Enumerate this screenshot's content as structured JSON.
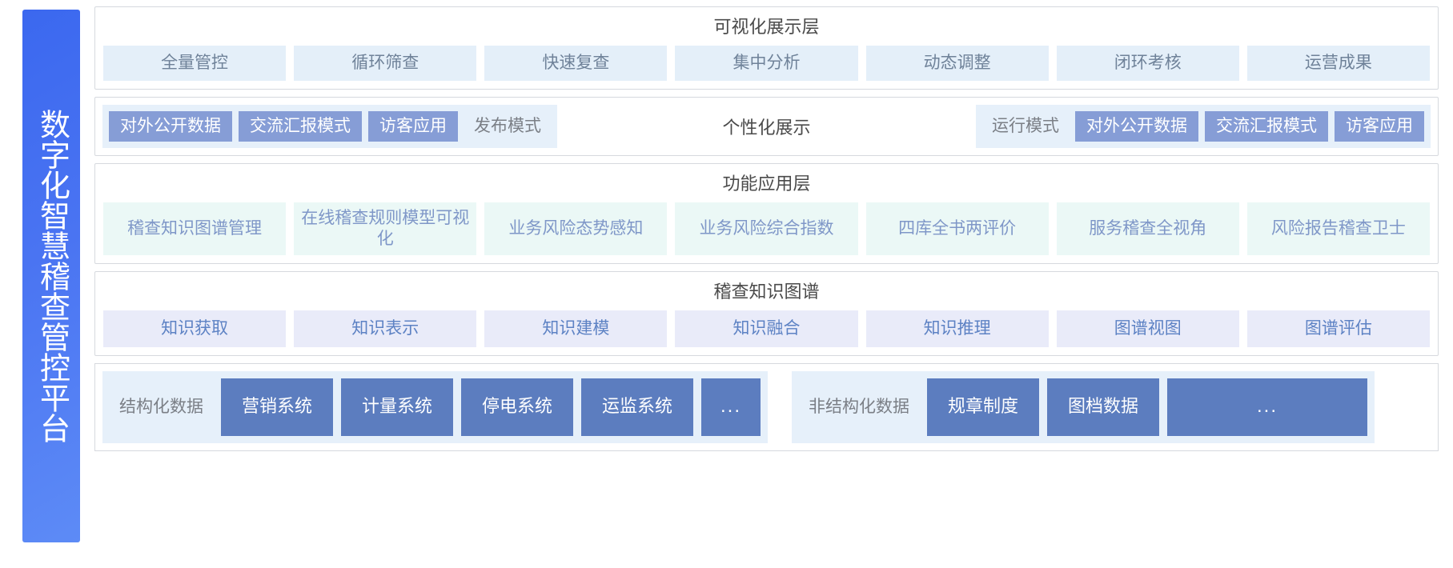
{
  "sidebar": {
    "title": "数字化智慧稽查管控平台"
  },
  "colors": {
    "sidebar_gradient_start": "#3b68ef",
    "sidebar_gradient_end": "#5d8bf6",
    "layer_border": "#d6d9de",
    "vis_box_bg": "#e4eff9",
    "vis_box_text": "#6f8299",
    "pd_panel_bg": "#e6f0fa",
    "pd_box_bg": "#869dd6",
    "fn_box_bg": "#ebf8f6",
    "fn_box_text": "#7f97c8",
    "kg_box_bg": "#e9ebf9",
    "kg_box_text": "#5d82c4",
    "data_box_bg": "#5c7dbf",
    "title_text": "#4a4a4a"
  },
  "layers": {
    "visualization": {
      "title": "可视化展示层",
      "items": [
        "全量管控",
        "循环筛查",
        "快速复查",
        "集中分析",
        "动态调整",
        "闭环考核",
        "运营成果"
      ]
    },
    "personalized_display": {
      "title": "个性化展示",
      "left_group": [
        {
          "label": "对外公开数据",
          "style": "filled"
        },
        {
          "label": "交流汇报模式",
          "style": "filled"
        },
        {
          "label": "访客应用",
          "style": "filled"
        },
        {
          "label": "发布模式",
          "style": "plain"
        }
      ],
      "right_group": [
        {
          "label": "运行模式",
          "style": "plain"
        },
        {
          "label": "对外公开数据",
          "style": "filled"
        },
        {
          "label": "交流汇报模式",
          "style": "filled"
        },
        {
          "label": "访客应用",
          "style": "filled"
        }
      ]
    },
    "functional_application": {
      "title": "功能应用层",
      "items": [
        "稽查知识图谱管理",
        "在线稽查规则模型可视化",
        "业务风险态势感知",
        "业务风险综合指数",
        "四库全书两评价",
        "服务稽查全视角",
        "风险报告稽查卫士"
      ]
    },
    "knowledge_graph": {
      "title": "稽查知识图谱",
      "items": [
        "知识获取",
        "知识表示",
        "知识建模",
        "知识融合",
        "知识推理",
        "图谱视图",
        "图谱评估"
      ]
    },
    "data_sources": {
      "structured": {
        "label": "结构化数据",
        "items": [
          "营销系统",
          "计量系统",
          "停电系统",
          "运监系统",
          "..."
        ]
      },
      "unstructured": {
        "label": "非结构化数据",
        "items": [
          "规章制度",
          "图档数据",
          "..."
        ]
      }
    }
  }
}
